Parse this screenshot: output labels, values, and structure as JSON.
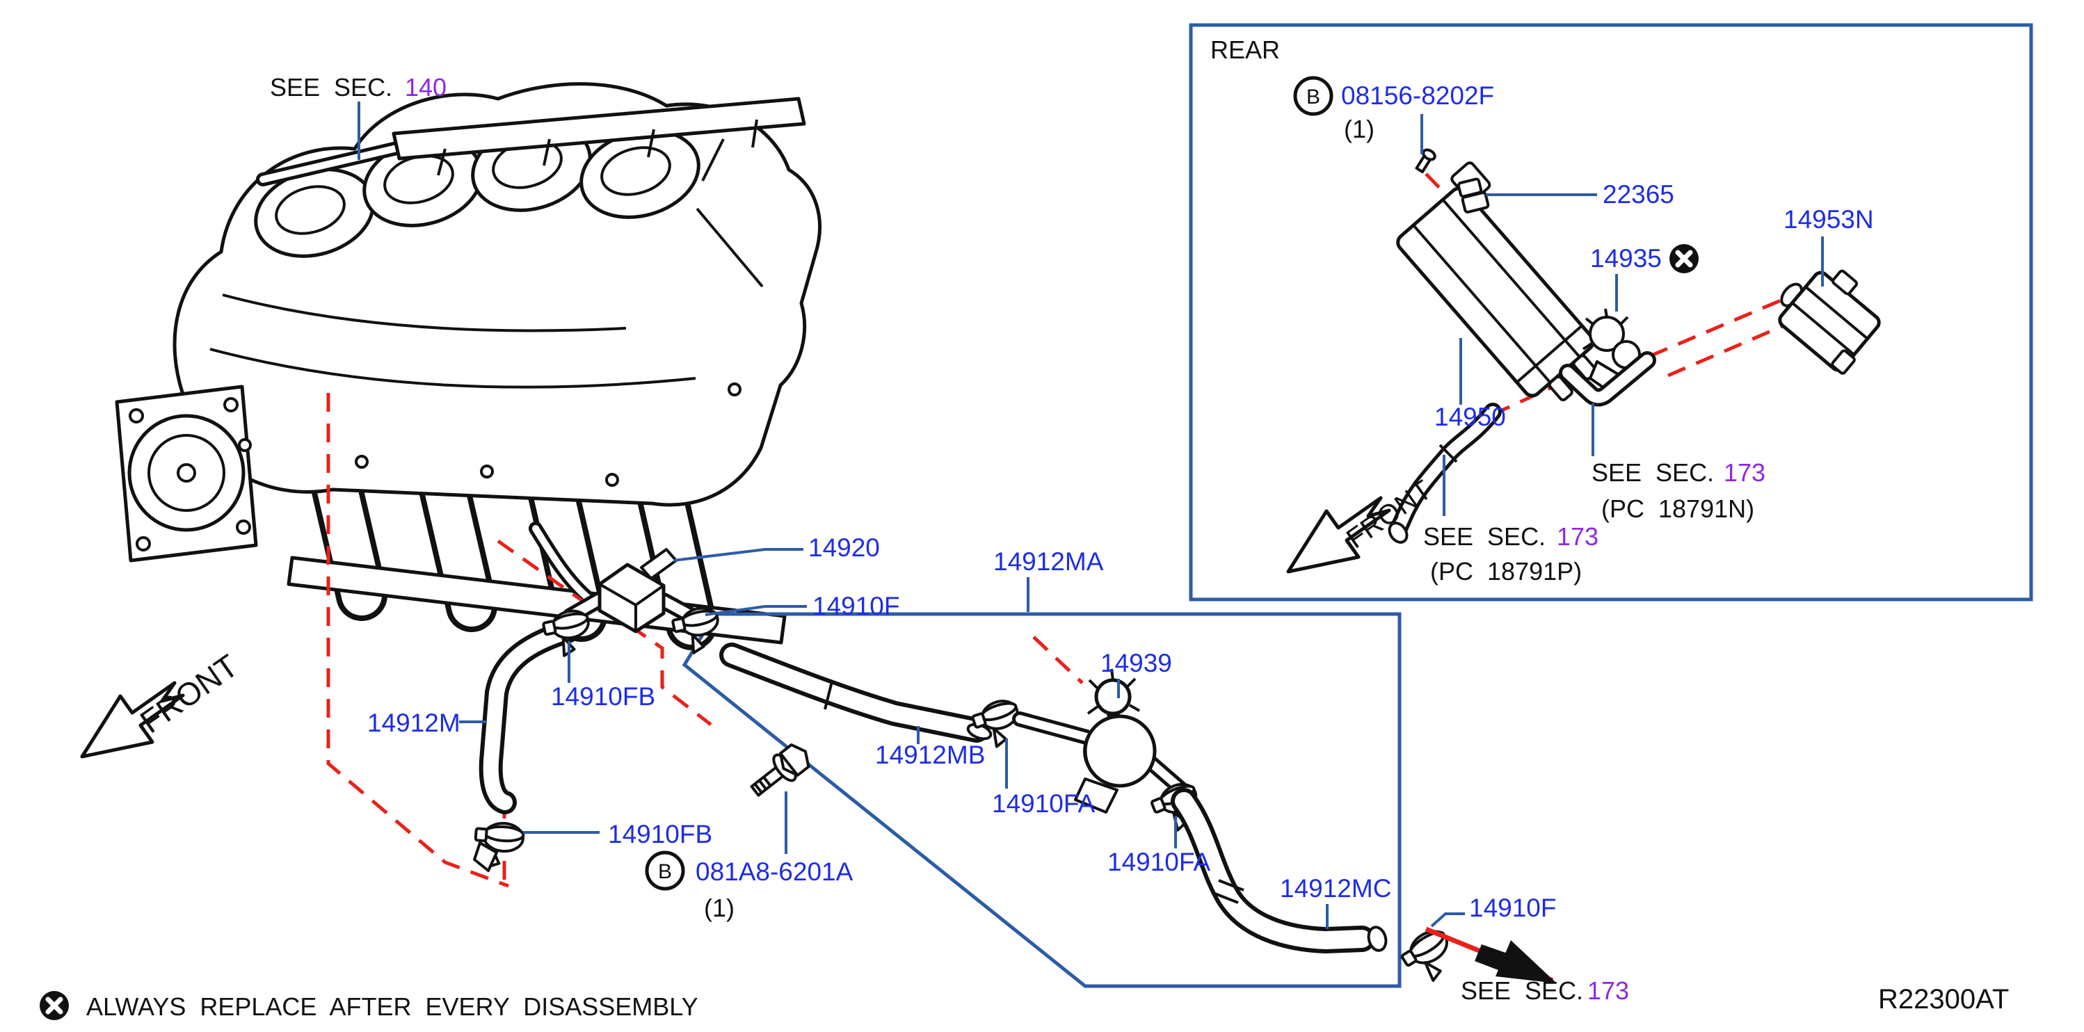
{
  "diagram": {
    "title_ref": {
      "see": "SEE  SEC.",
      "section": "140"
    },
    "front_label": "FRONT",
    "footer": {
      "note": "ALWAYS  REPLACE  AFTER  EVERY  DISASSEMBLY",
      "drawing_no": "R22300AT"
    },
    "colors": {
      "label_blue": "#1d2ce6",
      "line_blue": "#2d5ca6",
      "purple": "#8f27e3",
      "red": "#e8221b",
      "ink": "#111111"
    },
    "main": {
      "labels": {
        "valve": "14920",
        "clamp_f": "14910F",
        "clamp_fb": "14910FB",
        "hose_m": "14912M",
        "clamp_fb2": "14910FB",
        "assembly": "14912MA",
        "hose_mb": "14912MB",
        "clamp_fa": "14910FA",
        "purge_valve": "14939",
        "clamp_fa2": "14910FA",
        "hose_mc": "14912MC",
        "clamp_f2": "14910F"
      },
      "bolt": {
        "badge": "B",
        "part_no": "081A8-6201A",
        "qty": "(1)"
      },
      "see_sec_bottom": {
        "see": "SEE  SEC.",
        "section": "173"
      }
    },
    "rear": {
      "title": "REAR",
      "bolt": {
        "badge": "B",
        "part_no": "08156-8202F",
        "qty": "(1)"
      },
      "labels": {
        "bracket": "22365",
        "valve": "14935",
        "connector": "14953N",
        "canister": "14950"
      },
      "front_label": "FRONT",
      "ref_n": {
        "see": "SEE  SEC.",
        "section": "173",
        "pc": "(PC  18791N)"
      },
      "ref_p": {
        "see": "SEE  SEC.",
        "section": "173",
        "pc": "(PC  18791P)"
      }
    }
  }
}
